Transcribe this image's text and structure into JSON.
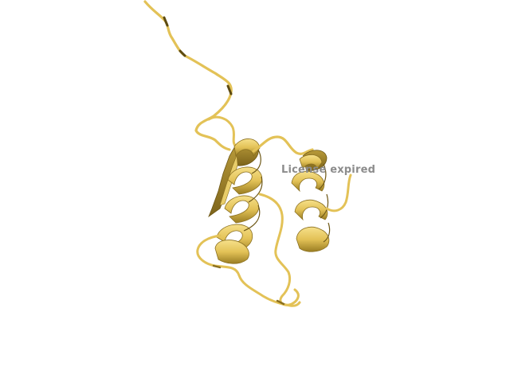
{
  "viewer": {
    "watermark": "License expired",
    "background_color": "#ffffff",
    "watermark_color": "#8c8c8c"
  },
  "structure": {
    "representation": "cartoon",
    "color": "#e3c257",
    "shade_color": "#9a7d22",
    "highlight_color": "#f6e08a",
    "helix_count": 2
  }
}
